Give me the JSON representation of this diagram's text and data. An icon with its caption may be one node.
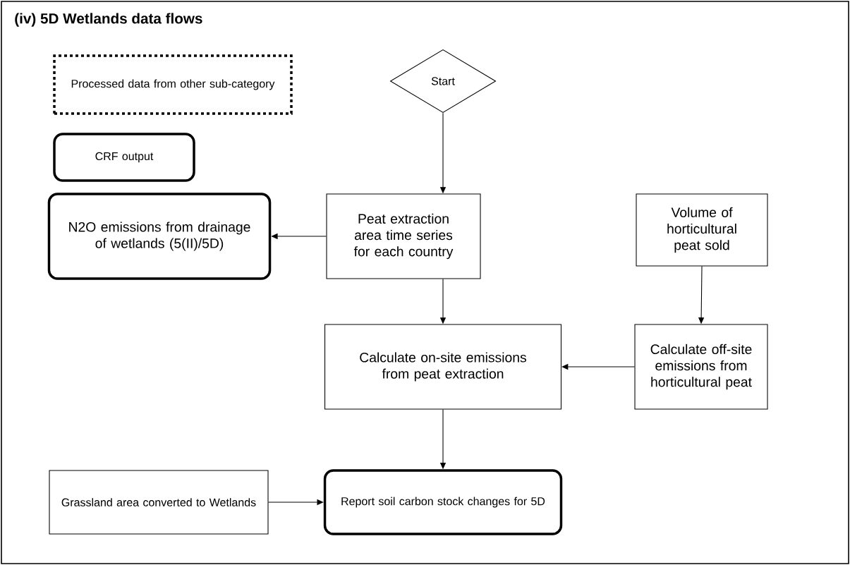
{
  "diagram": {
    "title": "(iv) 5D Wetlands data flows",
    "nodes": [
      {
        "text": [
          "Processed data from other sub-category"
        ]
      },
      {
        "text": [
          "CRF output"
        ]
      },
      {
        "text": [
          "Start"
        ]
      },
      {
        "text": [
          "N2O emissions from drainage of wetlands (5(II)/5D)"
        ]
      },
      {
        "text": [
          "Peat extraction area time series for each country"
        ]
      },
      {
        "text": [
          "Volume of horticultural peat sold"
        ]
      },
      {
        "text": [
          "Calculate on-site emissions from peat extraction"
        ]
      },
      {
        "text": [
          "Calculate off-site emissions from horticultural peat"
        ]
      },
      {
        "text": [
          "Grassland area converted to Wetlands"
        ]
      },
      {
        "text": [
          "Report soil carbon stock changes for 5D"
        ]
      }
    ],
    "edges": [
      {
        "from": 2,
        "to": 4,
        "arrow": "to"
      },
      {
        "from": 4,
        "to": 3,
        "arrow": "to"
      },
      {
        "from": 4,
        "to": 6,
        "arrow": "to"
      },
      {
        "from": 5,
        "to": 7,
        "arrow": "to"
      },
      {
        "from": 7,
        "to": 6,
        "arrow": "to"
      },
      {
        "from": 6,
        "to": 9,
        "arrow": "to"
      },
      {
        "from": 8,
        "to": 9,
        "arrow": "to"
      }
    ]
  }
}
